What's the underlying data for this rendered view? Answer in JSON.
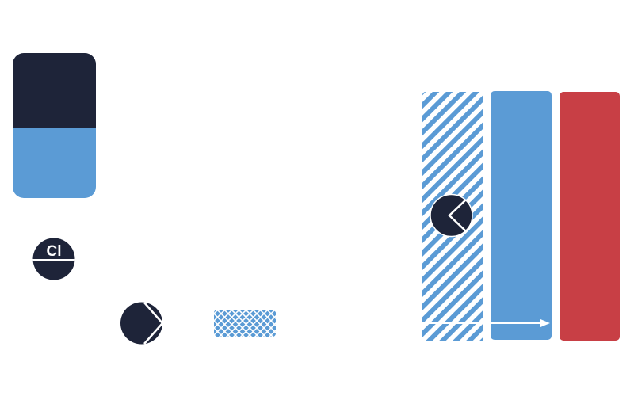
{
  "colors": {
    "navy": "#1e2439",
    "blue": "#5b9bd5",
    "red": "#c83f45",
    "white": "#ffffff"
  },
  "legend": {
    "swatch_icon": "split-block-icon",
    "chlorine_token": {
      "label": "Cl",
      "icon": "chlorine-atom-icon"
    },
    "pacman_icon": "pacman-molecule-icon",
    "pattern_icon": "crosshatch-pattern-icon"
  },
  "columns": [
    {
      "name": "column-hatched",
      "fill": "hatched",
      "color": "#5b9bd5"
    },
    {
      "name": "column-blue",
      "fill": "solid",
      "color": "#5b9bd5"
    },
    {
      "name": "column-red",
      "fill": "solid",
      "color": "#c83f45"
    }
  ],
  "flow_arrow_icon": "right-arrow-icon"
}
